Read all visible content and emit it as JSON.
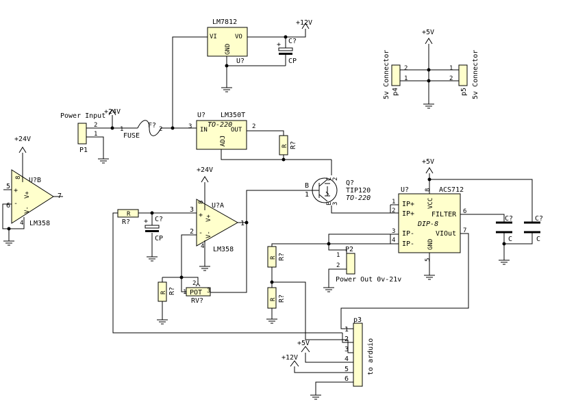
{
  "regulator_12v": {
    "name": "LM7812",
    "pin_vi": "VI",
    "pin_vo": "VO",
    "pin_gnd": "GND",
    "ref": "U?"
  },
  "cap_top": {
    "ref": "C?",
    "value": "CP"
  },
  "supply_12v_top": "+12V",
  "power_input": {
    "label": "Power Input",
    "supply": "+24V",
    "ref": "P1",
    "pin2": "2",
    "pin1": "1"
  },
  "fuse": {
    "ref": "F?",
    "value": "FUSE",
    "pin1": "1",
    "pin2": "2"
  },
  "lm350": {
    "ref": "U?",
    "name": "LM350T",
    "package": "TO-220",
    "pin_in": "IN",
    "pin_out": "OUT",
    "pin_adj": "ADJ",
    "pin3": "3",
    "pin2": "2"
  },
  "r_adj": {
    "value": "R",
    "ref": "R?"
  },
  "opamp_b": {
    "supply": "+24V",
    "ref": "U?B",
    "pin5": "5",
    "pin6": "6",
    "pin7": "7",
    "pin8": "8",
    "pin4": "4",
    "plus": "+",
    "minus": "-",
    "vplus": "V+",
    "vminus": "V-",
    "name": "LM358"
  },
  "opamp_a": {
    "supply": "+24V",
    "ref": "U?A",
    "pin3": "3",
    "pin2": "2",
    "pin1": "1",
    "pin8": "8",
    "pin4": "4",
    "plus": "+",
    "minus": "-",
    "vplus": "V+",
    "vminus": "V-",
    "name": "LM358"
  },
  "r_input": {
    "value": "R",
    "ref": "R?"
  },
  "cap_mid": {
    "ref": "C?",
    "value": "CP"
  },
  "r_pot_side": {
    "value": "R",
    "ref": "R?"
  },
  "pot": {
    "value": "POT",
    "ref": "RV?",
    "pin1": "1",
    "pin2": "2",
    "pin3": "3"
  },
  "transistor": {
    "ref": "Q?",
    "name": "TIP120",
    "package": "TO-220",
    "pin_b": "B",
    "pin1": "1",
    "pin_c": "C",
    "pin_e": "E",
    "pin2": "2",
    "pin3": "3"
  },
  "acs712": {
    "ref": "U?",
    "name": "ACS712",
    "package": "DIP-8",
    "ipp1": "IP+",
    "ipp2": "IP+",
    "ipm1": "IP-",
    "ipm2": "IP-",
    "vcc": "VCC",
    "filter": "FILTER",
    "viout": "VIOut",
    "gnd": "GND",
    "pin1": "1",
    "pin2": "2",
    "pin3": "3",
    "pin4": "4",
    "pin5": "5",
    "pin6": "6",
    "pin7": "7",
    "pin8": "8"
  },
  "supply_5v_acs": "+5V",
  "cap_c1": {
    "ref": "C?",
    "value": "C"
  },
  "cap_c2": {
    "ref": "C?",
    "value": "C"
  },
  "p2": {
    "ref": "P2",
    "pin1": "1",
    "pin2": "2",
    "label": "Power Out 0v-21v"
  },
  "r_div1": {
    "value": "R",
    "ref": "R?"
  },
  "r_div2": {
    "value": "R",
    "ref": "R?"
  },
  "p3": {
    "ref": "p3",
    "label": "to arduio",
    "pins": [
      "1",
      "2",
      "3",
      "4",
      "5",
      "6"
    ],
    "supply_5v": "+5V",
    "supply_12v": "+12V"
  },
  "connectors_5v": {
    "supply": "+5V",
    "left_ref": "p4",
    "right_ref": "p5",
    "label_left": "5v Connector",
    "label_right": "5v Connector",
    "l_pin2": "2",
    "l_pin1": "1",
    "r_pin1": "1",
    "r_pin2": "2"
  }
}
